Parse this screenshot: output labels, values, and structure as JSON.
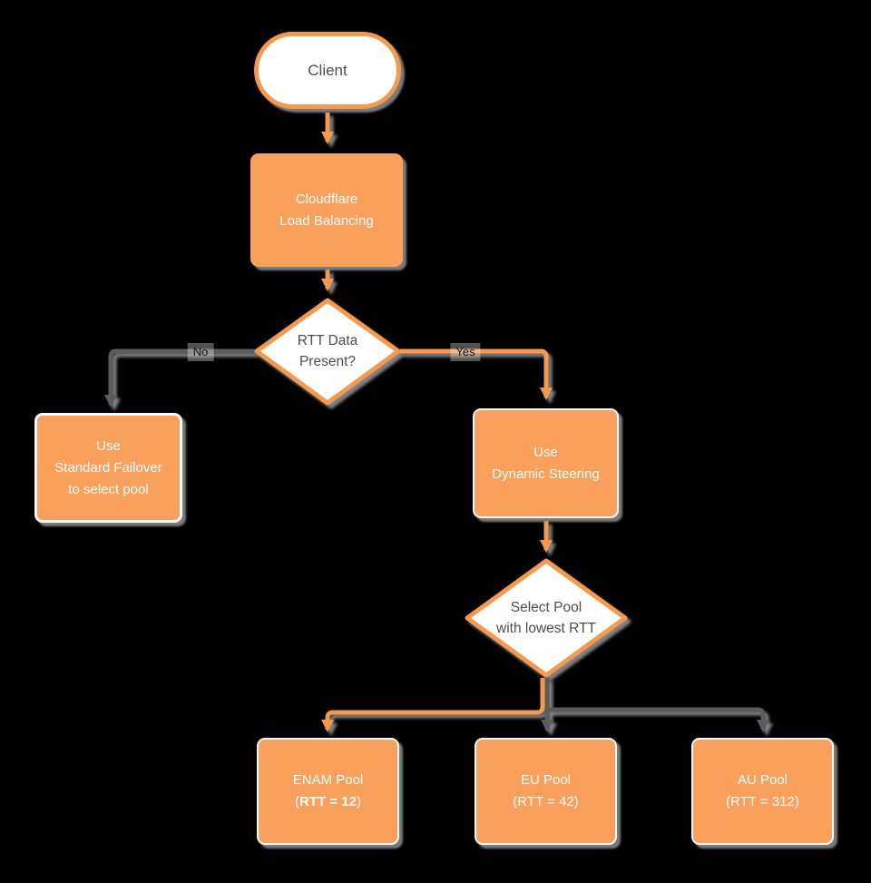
{
  "colors": {
    "orange-fill": "#F9A05C",
    "orange-stroke": "#F5994F",
    "gray-line": "#5C5C5C",
    "text-dark": "#4D4D4D",
    "node-text": "#FFFFFF",
    "bg": "#000000"
  },
  "nodes": {
    "client": {
      "label": "Client"
    },
    "load_balancer": {
      "line1": "Cloudflare",
      "line2": "Load Balancing"
    },
    "rtt_decision": {
      "line1": "RTT Data",
      "line2": "Present?"
    },
    "standard_failover": {
      "line1": "Use",
      "line2": "Standard Failover",
      "line3": "to select pool"
    },
    "dynamic_steering": {
      "line1": "Use",
      "line2": "Dynamic Steering"
    },
    "select_pool": {
      "line1": "Select Pool",
      "line2": "with lowest RTT"
    },
    "enam_pool": {
      "line1": "ENAM Pool",
      "line2_open": "(",
      "line2_value": "RTT = 12",
      "line2_close": ")"
    },
    "eu_pool": {
      "line1": "EU Pool",
      "line2": "(RTT = 42)"
    },
    "au_pool": {
      "line1": "AU Pool",
      "line2": "(RTT = 312)"
    }
  },
  "edges": {
    "no_label": "No",
    "yes_label": "Yes"
  }
}
